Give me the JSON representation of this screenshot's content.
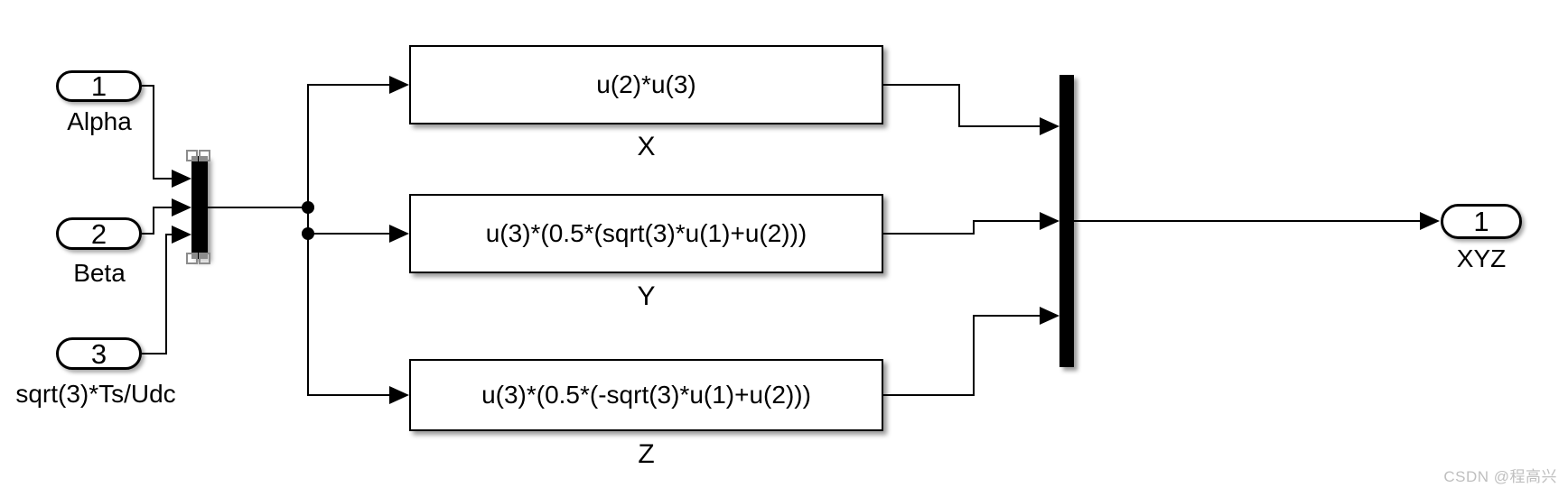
{
  "inports": [
    {
      "number": "1",
      "name": "Alpha"
    },
    {
      "number": "2",
      "name": "Beta"
    },
    {
      "number": "3",
      "name": "sqrt(3)*Ts/Udc"
    }
  ],
  "fcn_blocks": [
    {
      "expression": "u(2)*u(3)",
      "name": "X"
    },
    {
      "expression": "u(3)*(0.5*(sqrt(3)*u(1)+u(2)))",
      "name": "Y"
    },
    {
      "expression": "u(3)*(0.5*(-sqrt(3)*u(1)+u(2)))",
      "name": "Z"
    }
  ],
  "outport": {
    "number": "1",
    "name": "XYZ"
  },
  "watermark": "CSDN @程高兴",
  "colors": {
    "wire": "#000000",
    "block_fill": "#ffffff",
    "mux_fill": "#000000",
    "selection_handle_border": "#8c8c8c",
    "watermark_text": "#bfbfbf",
    "canvas_bg": "#ffffff"
  }
}
